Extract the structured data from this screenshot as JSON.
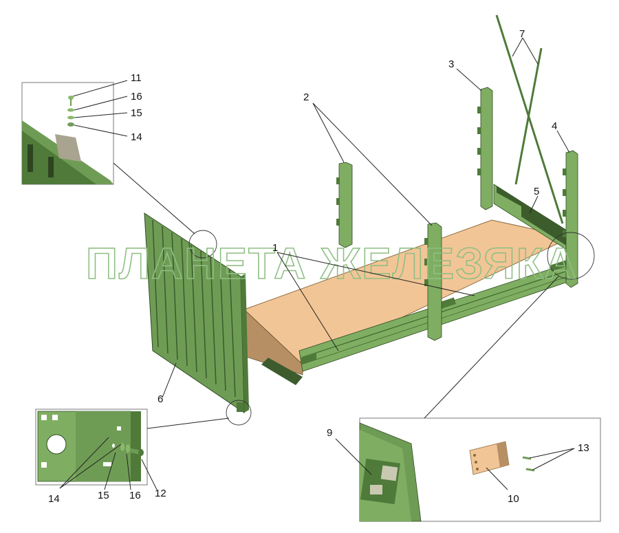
{
  "watermark": "ПЛАНЕТА ЖЕЛЕЗЯКА",
  "callouts": {
    "c1": "1",
    "c2": "2",
    "c3": "3",
    "c4": "4",
    "c5": "5",
    "c6": "6",
    "c7": "7",
    "c9": "9",
    "c10": "10",
    "c11": "11",
    "c12": "12",
    "c13": "13",
    "c14a": "14",
    "c15a": "15",
    "c16a": "16",
    "c14b": "14",
    "c15b": "15",
    "c16b": "16"
  },
  "colors": {
    "body_green": "#7fae62",
    "floor": "#f2c596",
    "dark_green": "#4f7a3a"
  }
}
